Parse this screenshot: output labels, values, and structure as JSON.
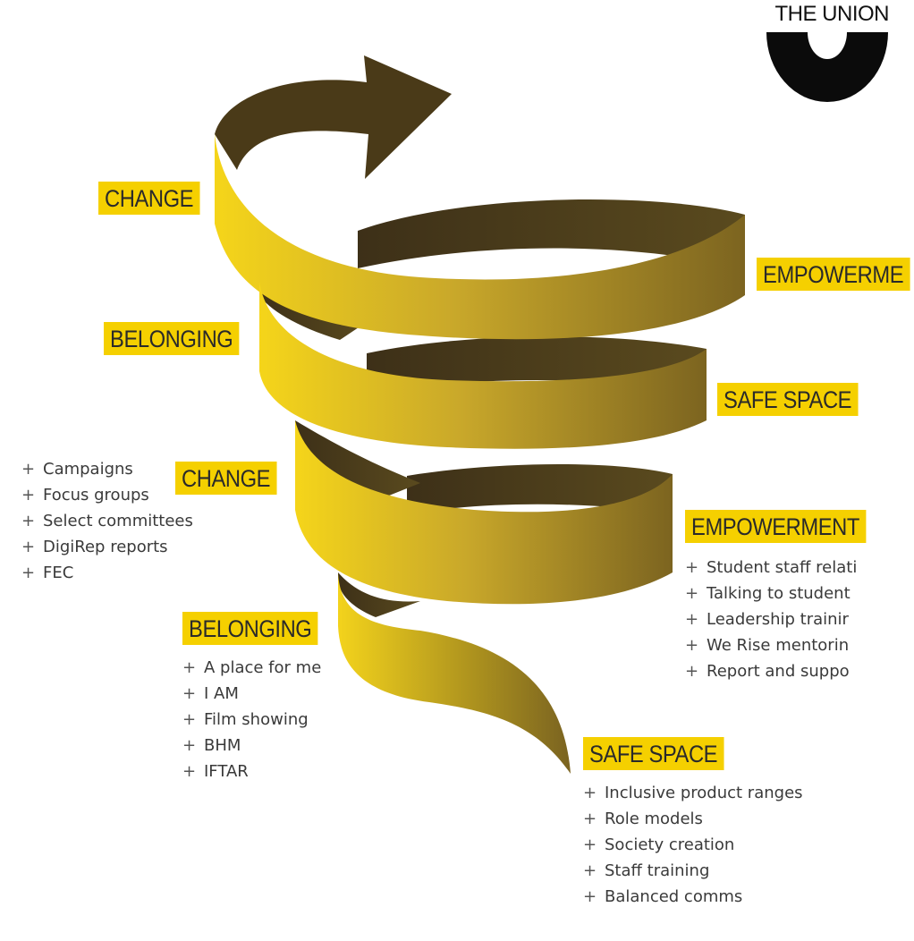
{
  "brand": {
    "name": "THE UNION"
  },
  "colors": {
    "ribbon_light": "#f2d21b",
    "ribbon_dark": "#4a3a16",
    "label_bg": "#f5d000"
  },
  "labels": {
    "change_top": "CHANGE",
    "empowerment_top": "EMPOWERME",
    "belonging_top": "BELONGING",
    "safe_space_top": "SAFE SPACE",
    "change_mid": "CHANGE",
    "empowerment_mid": "EMPOWERMENT",
    "belonging_bottom": "BELONGING",
    "safe_space_bottom": "SAFE SPACE"
  },
  "lists": {
    "change": [
      "Campaigns",
      "Focus groups",
      "Select committees",
      "DigiRep reports",
      "FEC"
    ],
    "empowerment": [
      "Student staff relati",
      "Talking to student",
      "Leadership trainir",
      "We Rise mentorin",
      "Report and suppo"
    ],
    "belonging": [
      "A place for me",
      "I AM",
      "Film showing",
      "BHM",
      "IFTAR"
    ],
    "safe_space": [
      "Inclusive product ranges",
      "Role models",
      "Society creation",
      "Staff training",
      "Balanced comms"
    ]
  }
}
